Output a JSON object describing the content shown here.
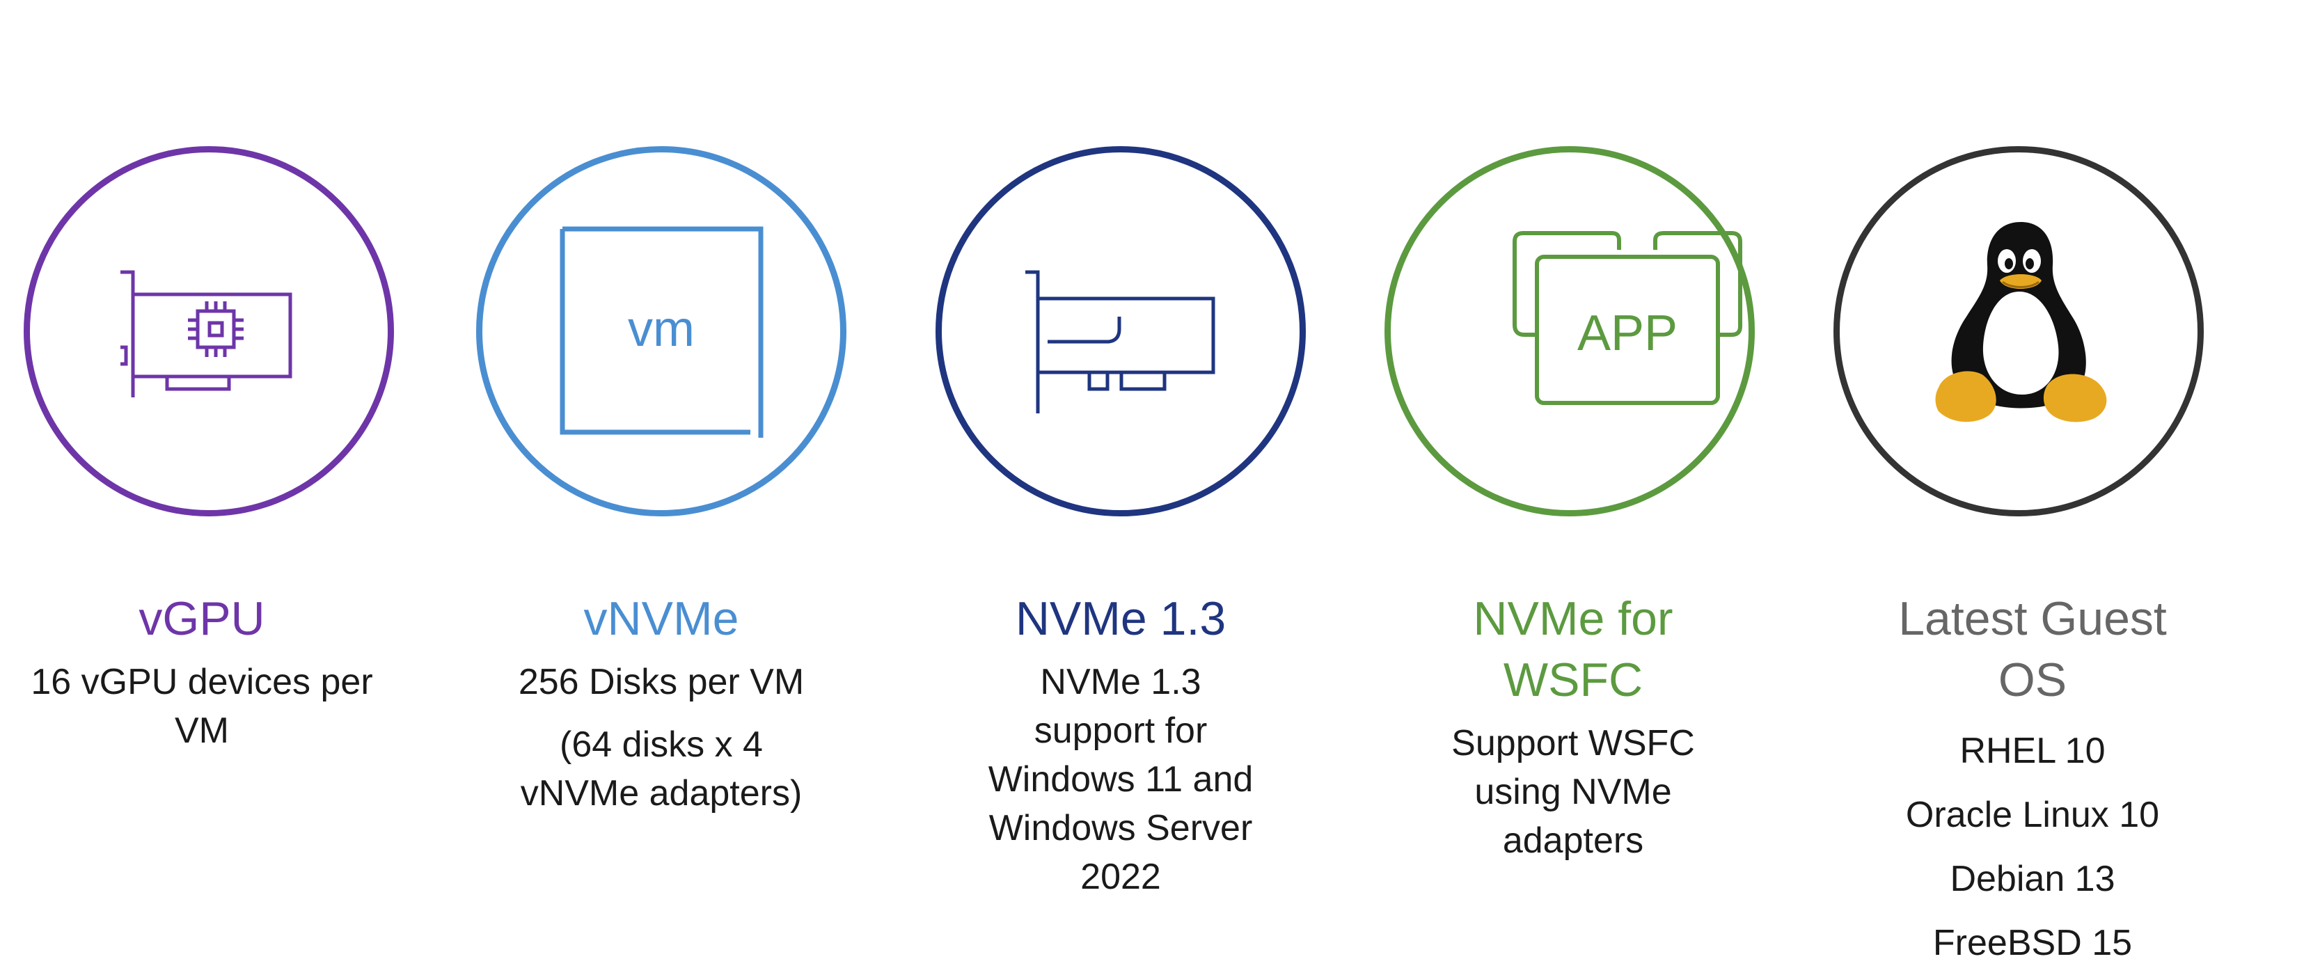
{
  "features": [
    {
      "icon": "gpu-card-icon",
      "color": "#6E35A8",
      "title": "vGPU",
      "lines": [
        "16 vGPU devices per VM"
      ]
    },
    {
      "icon": "vm-icon",
      "icon_label": "vm",
      "color": "#4A8ED2",
      "title": "vNVMe",
      "lines": [
        "256 Disks per VM",
        "(64 disks x 4 vNVMe adapters)"
      ]
    },
    {
      "icon": "nvme-card-icon",
      "color": "#1F3580",
      "title": "NVMe 1.3",
      "lines": [
        "NVMe 1.3 support for Windows 11 and Windows Server 2022"
      ]
    },
    {
      "icon": "app-stack-icon",
      "icon_label": "APP",
      "color": "#5C9A3F",
      "title": "NVMe for WSFC",
      "lines": [
        "Support WSFC using NVMe adapters"
      ]
    },
    {
      "icon": "linux-penguin-icon",
      "color": "#333333",
      "title_color": "#666666",
      "title": "Latest Guest OS",
      "list": [
        "RHEL 10",
        "Oracle Linux 10",
        "Debian 13",
        "FreeBSD 15"
      ]
    }
  ]
}
